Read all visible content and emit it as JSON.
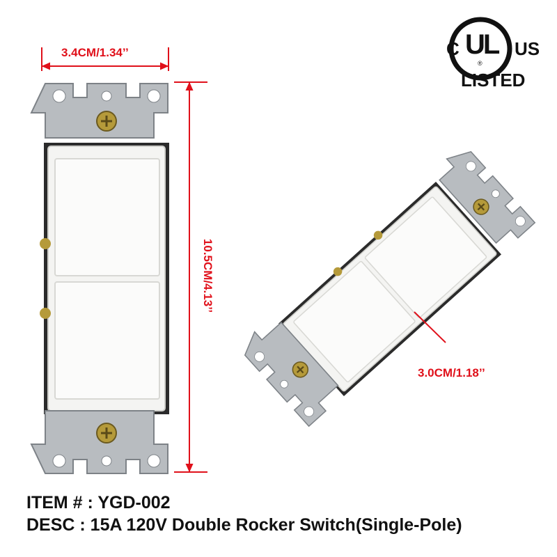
{
  "certification": {
    "left_letter": "C",
    "mark": "UL",
    "registered": "®",
    "right_letters": "US",
    "status": "LISTED"
  },
  "dimensions": {
    "width": "3.4CM/1.34’’",
    "height": "10.5CM/4.13’’",
    "depth": "3.0CM/1.18’’"
  },
  "product": {
    "item": "ITEM # : YGD-002",
    "desc": "DESC : 15A 120V Double Rocker Switch(Single-Pole)"
  },
  "colors": {
    "dimension_line": "#e0101a",
    "switch_body": "#f4f4f2",
    "plate": "#b8bcc0"
  }
}
